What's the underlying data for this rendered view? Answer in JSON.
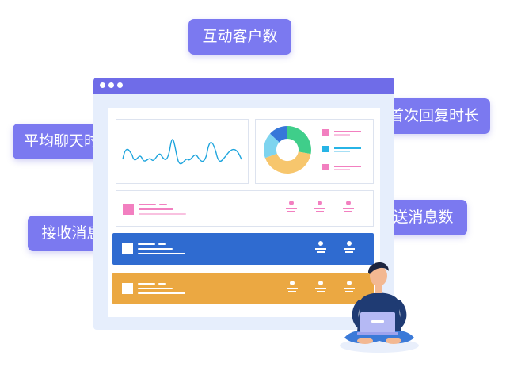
{
  "labels": {
    "interactive_customers": "互动客户数",
    "average_chat_duration": "平均聊天时长",
    "average_first_reply_time": "平均首次回复时长",
    "received_messages": "接收消息数",
    "sent_messages": "发送消息数"
  },
  "colors": {
    "tag_bg": "#7b79f0",
    "titlebar": "#6f6ce8",
    "window_bg": "#e6eefc",
    "blue_row": "#2f6bd0",
    "orange_row": "#eba842",
    "pink": "#f27fc0",
    "cyan": "#27b4e6",
    "green": "#3fce8a",
    "donut_blue": "#3777d9",
    "donut_yellow": "#f7c66d",
    "line_chart": "#1ea5dd"
  },
  "icons": {
    "dollar": "dollar-icon",
    "heart": "heart-icon",
    "user": "user-icon"
  }
}
